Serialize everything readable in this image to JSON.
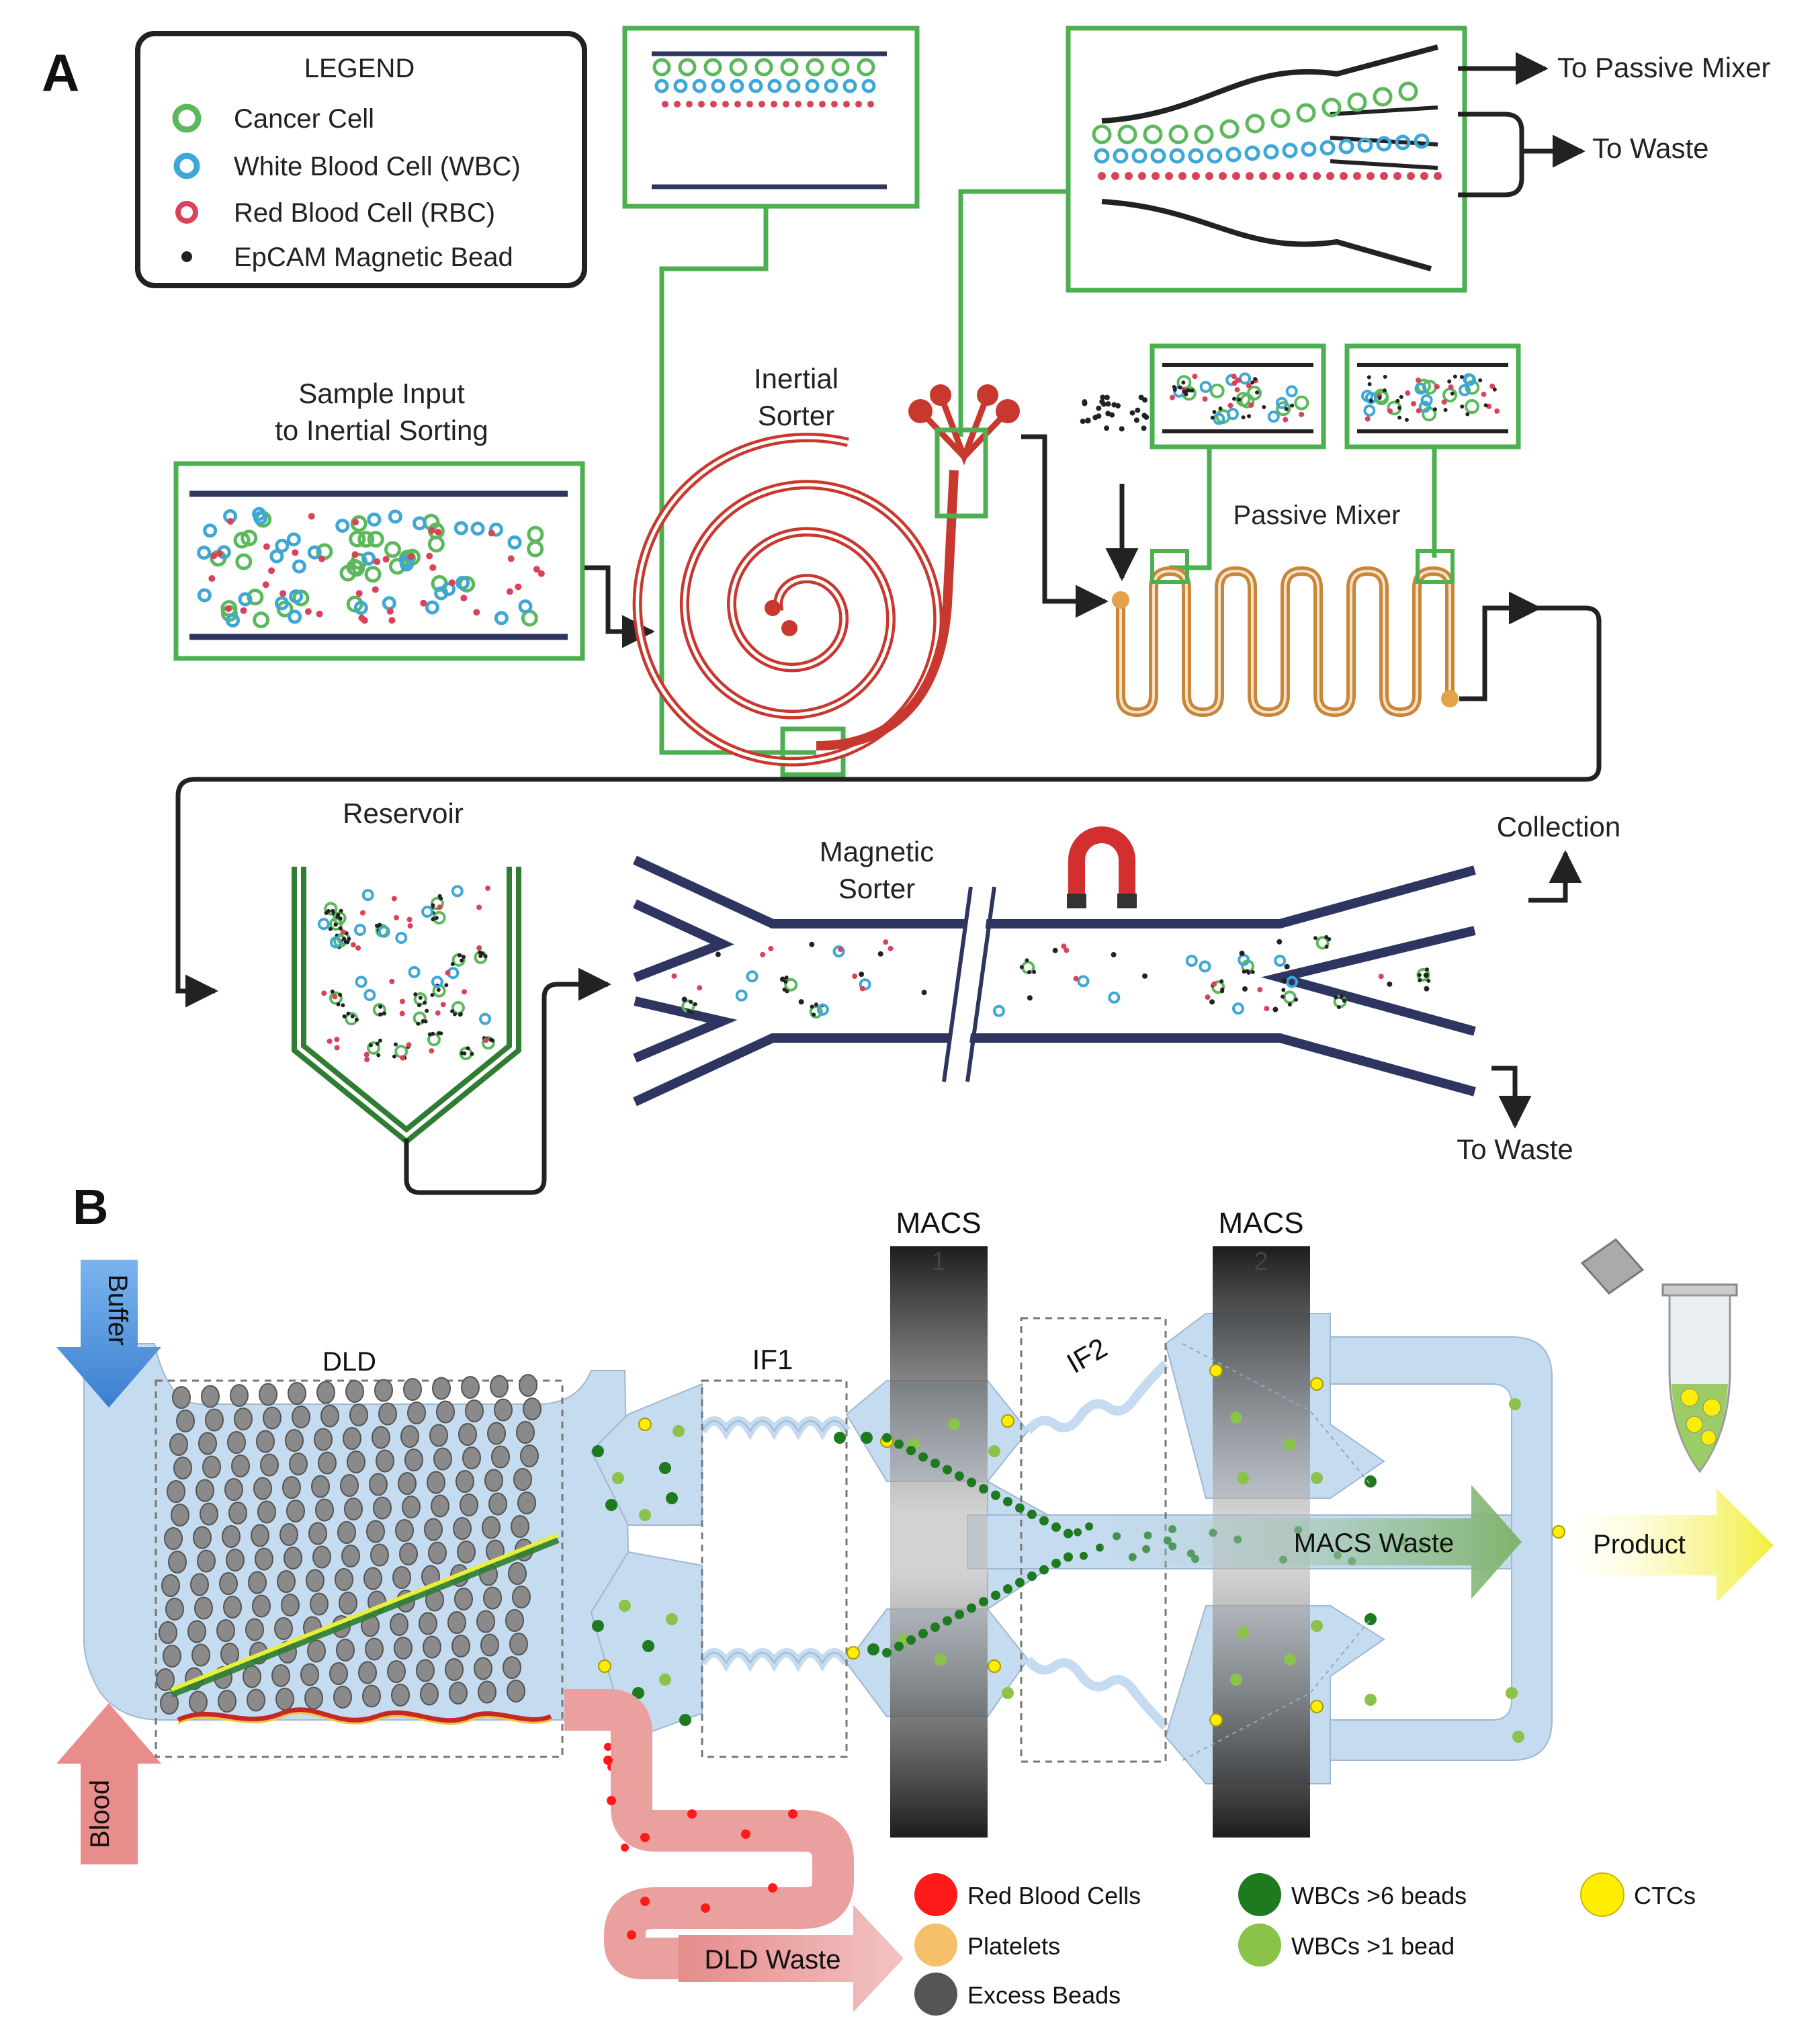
{
  "panel_a": {
    "label": "A",
    "legend": {
      "title": "LEGEND",
      "items": [
        {
          "label": "Cancer Cell",
          "color": "#5cb85c"
        },
        {
          "label": "White Blood Cell (WBC)",
          "color": "#3fa7d6"
        },
        {
          "label": "Red Blood Cell (RBC)",
          "color": "#d9435a"
        },
        {
          "label": "EpCAM Magnetic Bead",
          "color": "#222222"
        }
      ]
    },
    "sample_input": "Sample Input\nto Inertial Sorting",
    "inertial_sorter": "Inertial\nSorter",
    "to_passive_mixer": "To Passive Mixer",
    "to_waste_top": "To Waste",
    "passive_mixer": "Passive Mixer",
    "reservoir": "Reservoir",
    "magnetic_sorter": "Magnetic\nSorter",
    "collection": "Collection",
    "to_waste_bottom": "To Waste",
    "colors": {
      "frame": "#4caf50",
      "spiral": "#c8382e",
      "mixer": "#c8863a",
      "channel": "#2e3560",
      "reservoir": "#2e7d32",
      "magnet": "#d32f2f"
    }
  },
  "panel_b": {
    "label": "B",
    "buffer": "Buffer",
    "blood": "Blood",
    "dld": "DLD",
    "if1": "IF1",
    "if2": "IF2",
    "macs1_title": "MACS",
    "macs1_num": "1",
    "macs2_title": "MACS",
    "macs2_num": "2",
    "macs_waste": "MACS Waste",
    "product": "Product",
    "dld_waste": "DLD Waste",
    "legend": [
      {
        "label": "Red Blood Cells",
        "color": "#ff1a1a"
      },
      {
        "label": "Platelets",
        "color": "#f6c06a"
      },
      {
        "label": "Excess Beads",
        "color": "#555555"
      },
      {
        "label": "WBCs >6 beads",
        "color": "#1e7a1e"
      },
      {
        "label": "WBCs >1 bead",
        "color": "#8bc34a"
      },
      {
        "label": "CTCs",
        "color": "#ffee00"
      }
    ],
    "colors": {
      "channel": "#c5dbef",
      "buffer_arrow": "#4a8fd8",
      "blood_arrow": "#e98c8c",
      "waste_arrow": "#a9c99a",
      "product_arrow": "#f4f29a"
    }
  }
}
